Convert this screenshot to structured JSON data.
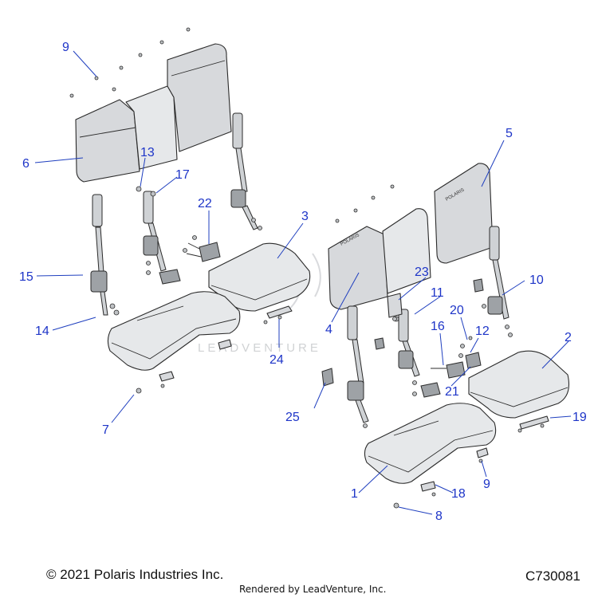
{
  "footer": {
    "copyright": "© 2021 Polaris Industries Inc.",
    "diagram_id": "C730081",
    "rendered_by": "Rendered by LeadVenture, Inc."
  },
  "watermark": {
    "text": "LEADVENTURE"
  },
  "brand_mark": {
    "text": "POLARIS"
  },
  "callouts": [
    {
      "label": "1"
    },
    {
      "label": "2"
    },
    {
      "label": "3"
    },
    {
      "label": "4"
    },
    {
      "label": "5"
    },
    {
      "label": "6"
    },
    {
      "label": "7"
    },
    {
      "label": "8"
    },
    {
      "label": "9"
    },
    {
      "label": "9"
    },
    {
      "label": "10"
    },
    {
      "label": "11"
    },
    {
      "label": "12"
    },
    {
      "label": "13"
    },
    {
      "label": "14"
    },
    {
      "label": "15"
    },
    {
      "label": "16"
    },
    {
      "label": "17"
    },
    {
      "label": "18"
    },
    {
      "label": "19"
    },
    {
      "label": "20"
    },
    {
      "label": "21"
    },
    {
      "label": "22"
    },
    {
      "label": "23"
    },
    {
      "label": "24"
    },
    {
      "label": "25"
    }
  ],
  "colors": {
    "callout": "#1e35c8",
    "part": "#d7d9dc",
    "outline": "#2b2b2b"
  }
}
